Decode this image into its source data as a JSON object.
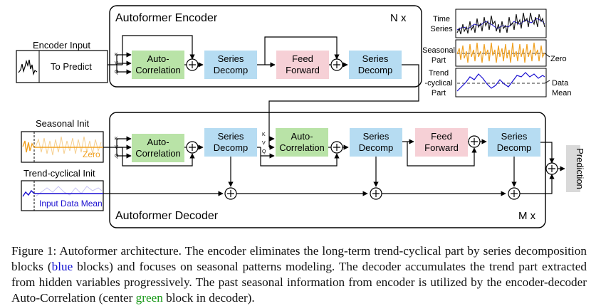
{
  "encoder": {
    "title": "Autoformer Encoder",
    "repeat": "N x",
    "input_label": "Encoder Input",
    "to_predict": "To Predict",
    "auto_correlation_line1": "Auto-",
    "auto_correlation_line2": "Correlation",
    "series_decomp_1_line1": "Series",
    "series_decomp_1_line2": "Decomp",
    "feed_forward_line1": "Feed",
    "feed_forward_line2": "Forward",
    "series_decomp_2_line1": "Series",
    "series_decomp_2_line2": "Decomp"
  },
  "decoder": {
    "title": "Autoformer Decoder",
    "repeat": "M x",
    "seasonal_init_label": "Seasonal Init",
    "seasonal_zero": "Zero",
    "trend_init_label": "Trend-cyclical Init",
    "trend_mean": "Input Data Mean",
    "self_corr_line1": "Auto-",
    "self_corr_line2": "Correlation",
    "cross_corr_line1": "Auto-",
    "cross_corr_line2": "Correlation",
    "decomp_1_line1": "Series",
    "decomp_1_line2": "Decomp",
    "decomp_2_line1": "Series",
    "decomp_2_line2": "Decomp",
    "feed_forward_line1": "Feed",
    "feed_forward_line2": "Forward",
    "decomp_3_line1": "Series",
    "decomp_3_line2": "Decomp",
    "prediction": "Prediction"
  },
  "qkv": {
    "k": "K",
    "v": "V",
    "q": "Q"
  },
  "legend": {
    "time_series_line1": "Time",
    "time_series_line2": "Series",
    "seasonal_line1": "Seasonal",
    "seasonal_line2": "Part",
    "seasonal_zero": "Zero",
    "trend_line1": "Trend",
    "trend_line2": "-cyclical",
    "trend_line3": "Part",
    "trend_mean_line1": "Data",
    "trend_mean_line2": "Mean"
  },
  "caption": {
    "part1": "Figure 1: Autoformer architecture. The encoder eliminates the long-term trend-cyclical part by series decomposition blocks (",
    "blue_word": "blue",
    "part2": " blocks) and focuses on seasonal patterns modeling. The decoder accumulates the trend part extracted from hidden variables progressively. The past seasonal information from encoder is utilized by the encoder-decoder Auto-Correlation (center ",
    "green_word": "green",
    "part3": " block in decoder)."
  },
  "colors": {
    "auto_correlation": "#b9e3a7",
    "series_decomp": "#b6dcf2",
    "feed_forward": "#f6d0d6",
    "prediction_box": "#d9d9d9",
    "seasonal_curve": "#f0a020",
    "trend_curve": "#1a0fd0",
    "time_series_curve": "#111111"
  }
}
